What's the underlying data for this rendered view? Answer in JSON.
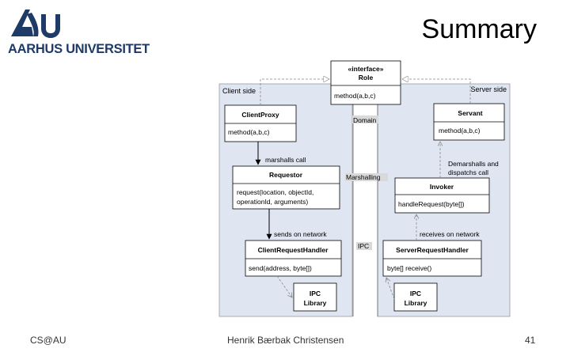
{
  "brand": {
    "name": "AARHUS UNIVERSITET",
    "color": "#1e3b68"
  },
  "slide": {
    "title": "Summary"
  },
  "footer": {
    "left": "CS@AU",
    "center": "Henrik Bærbak Christensen",
    "page": "41"
  },
  "diagram": {
    "colors": {
      "side_bg": "#dfe6f2",
      "box_bg": "#ffffff",
      "line": "#000000",
      "dashed": "#888888",
      "lane_label_bg": "#d9d9d9"
    },
    "client_side_label": "Client side",
    "server_side_label": "Server side",
    "role": {
      "stereotype": "«interface»",
      "name": "Role",
      "method": "method(a,b,c)"
    },
    "client_proxy": {
      "name": "ClientProxy",
      "method": "method(a,b,c)"
    },
    "servant": {
      "name": "Servant",
      "method": "method(a,b,c)"
    },
    "requestor": {
      "name": "Requestor",
      "method_line1": "request(location, objectId,",
      "method_line2": "operationId, arguments)"
    },
    "invoker": {
      "name": "Invoker",
      "method": "handleRequest(byte[])"
    },
    "client_request_handler": {
      "name": "ClientRequestHandler",
      "method": "send(address, byte[])"
    },
    "server_request_handler": {
      "name": "ServerRequestHandler",
      "method": "byte[] receive()"
    },
    "ipc_library_left": {
      "line1": "IPC",
      "line2": "Library"
    },
    "ipc_library_right": {
      "line1": "IPC",
      "line2": "Library"
    },
    "lane_domain": "Domain",
    "lane_marshalling": "Marshalling",
    "lane_ipc": "IPC",
    "label_marshalls_call": "marshalls call",
    "label_demarshalls_line1": "Demarshalls and",
    "label_demarshalls_line2": "dispatchs call",
    "label_sends_on_network": "sends on network",
    "label_receives_on_network": "receives on network"
  }
}
